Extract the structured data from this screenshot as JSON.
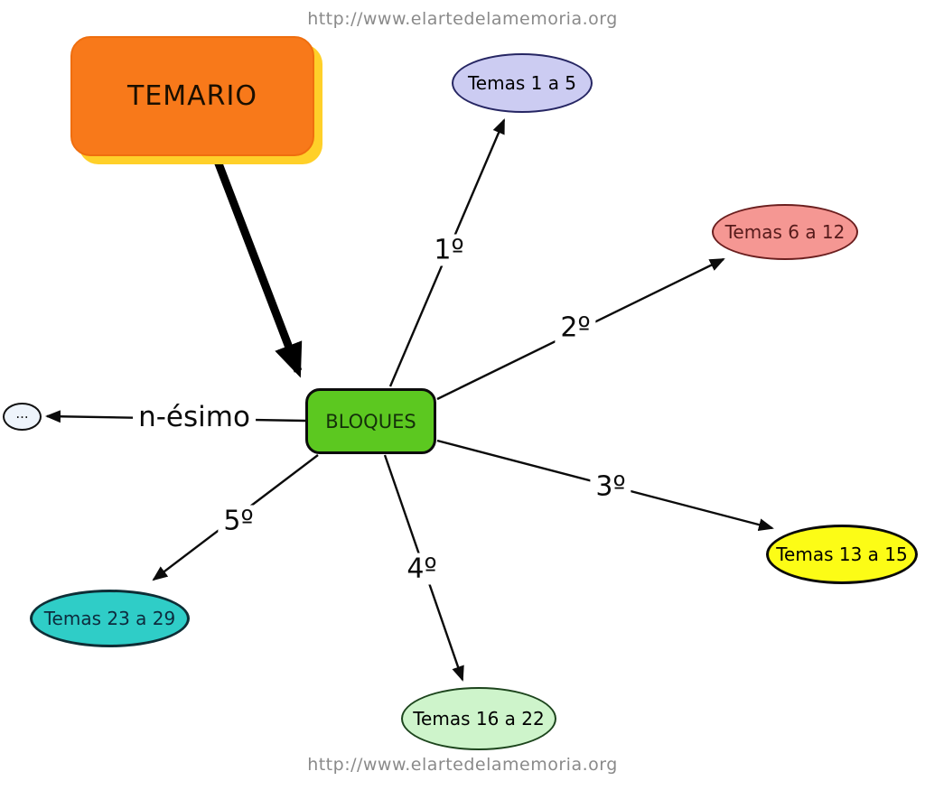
{
  "header": {
    "url": "http://www.elartedelamemoria.org"
  },
  "footer": {
    "url": "http://www.elartedelamemoria.org"
  },
  "nodes": {
    "root": {
      "label": "TEMARIO",
      "fill": "#f8791a",
      "shadow": "#ffd029",
      "text_color": "#1b0f00"
    },
    "hub": {
      "label": "BLOQUES",
      "fill": "#5cc820",
      "border": "#0c0c0c",
      "text_color": "#14300a"
    },
    "topics": [
      {
        "id": "temas-1-5",
        "label": "Temas 1 a 5",
        "fill": "#ccccf2",
        "border": "#262663",
        "text_color": "#000000"
      },
      {
        "id": "temas-6-12",
        "label": "Temas 6 a 12",
        "fill": "#f59793",
        "border": "#6b1f1f",
        "text_color": "#561b1b"
      },
      {
        "id": "temas-13-15",
        "label": "Temas 13 a 15",
        "fill": "#fcfc16",
        "border": "#0a0a0a",
        "text_color": "#000000"
      },
      {
        "id": "temas-16-22",
        "label": "Temas 16 a 22",
        "fill": "#cef4cb",
        "border": "#1d451d",
        "text_color": "#000000"
      },
      {
        "id": "temas-23-29",
        "label": "Temas 23 a 29",
        "fill": "#2fcdc7",
        "border": "#0e2e36",
        "text_color": "#0d2b3d"
      }
    ],
    "more": {
      "label": "...",
      "fill": "#eef4fb"
    }
  },
  "edges": [
    {
      "label": "1º",
      "from": "BLOQUES",
      "to": "Temas 1 a 5"
    },
    {
      "label": "2º",
      "from": "BLOQUES",
      "to": "Temas 6 a 12"
    },
    {
      "label": "3º",
      "from": "BLOQUES",
      "to": "Temas 13 a 15"
    },
    {
      "label": "4º",
      "from": "BLOQUES",
      "to": "Temas 16 a 22"
    },
    {
      "label": "5º",
      "from": "BLOQUES",
      "to": "Temas 23 a 29"
    },
    {
      "label": "n-ésimo",
      "from": "BLOQUES",
      "to": "..."
    },
    {
      "label": "",
      "from": "TEMARIO",
      "to": "BLOQUES"
    }
  ]
}
